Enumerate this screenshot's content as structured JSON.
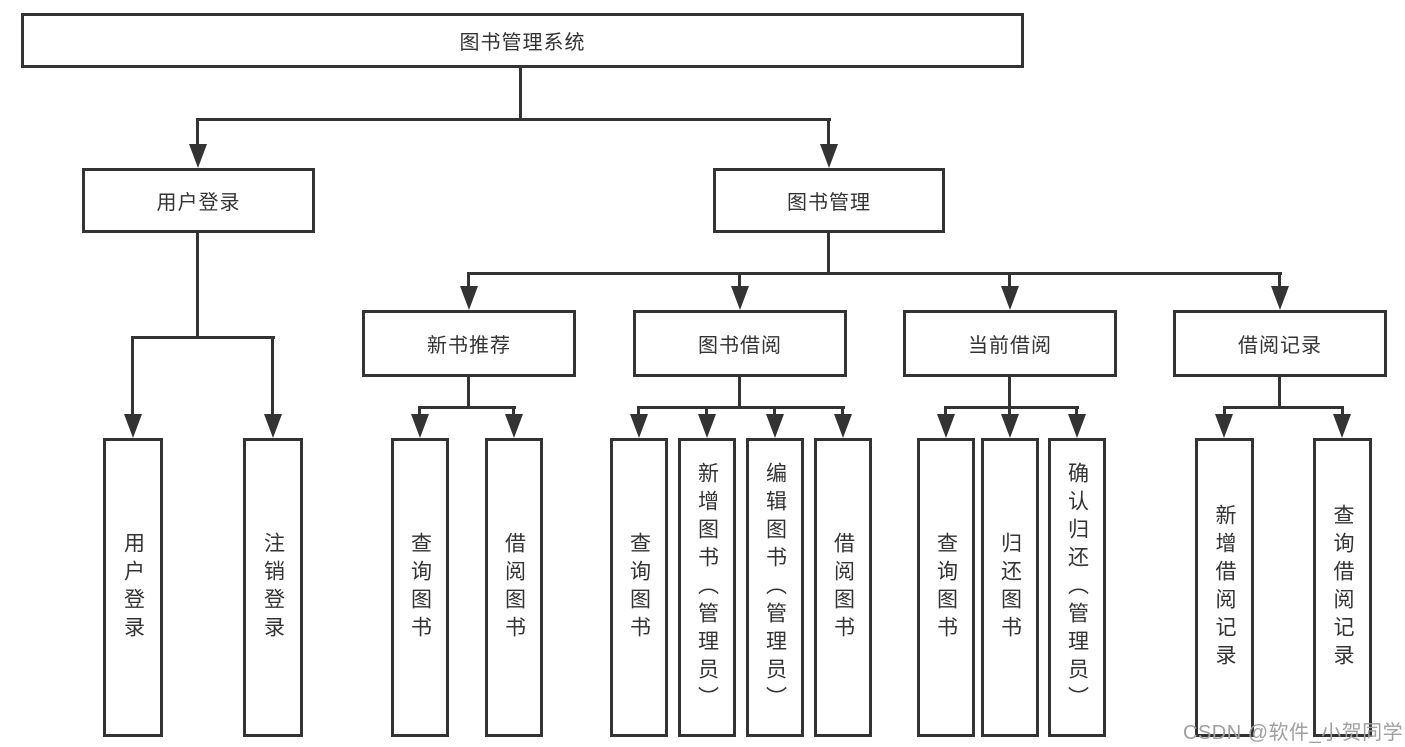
{
  "nodes": {
    "root": "图书管理系统",
    "level2": [
      "用户登录",
      "图书管理"
    ],
    "level3": [
      "新书推荐",
      "图书借阅",
      "当前借阅",
      "借阅记录"
    ],
    "leaves": [
      "用户登录",
      "注销登录",
      "查询图书",
      "借阅图书",
      "查询图书",
      "新增图书（管理员）",
      "编辑图书（管理员）",
      "借阅图书",
      "查询图书",
      "归还图书",
      "确认归还（管理员）",
      "新增借阅记录",
      "查询借阅记录"
    ]
  },
  "watermark": "CSDN @软件_小贺同学",
  "colors": {
    "line": "#333333",
    "text": "#333333",
    "background": "#ffffff",
    "watermark": "#9f9f9f"
  }
}
